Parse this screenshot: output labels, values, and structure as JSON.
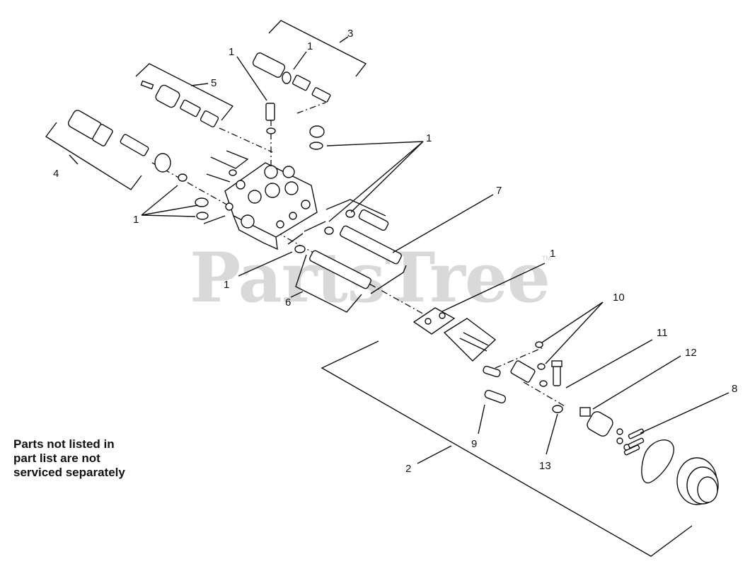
{
  "watermark": {
    "text": "PartsTree",
    "tm": "TM"
  },
  "note": {
    "lines": [
      "Parts not listed in",
      "part list are not",
      "serviced separately"
    ]
  },
  "callouts": {
    "c1a": "1",
    "c1b": "1",
    "c3": "3",
    "c5": "5",
    "c1c": "1",
    "c4": "4",
    "c1d": "1",
    "c7": "7",
    "c1e": "1",
    "c1f": "1",
    "c6": "6",
    "c10": "10",
    "c11": "11",
    "c12": "12",
    "c8": "8",
    "c9": "9",
    "c13": "13",
    "c2": "2"
  }
}
